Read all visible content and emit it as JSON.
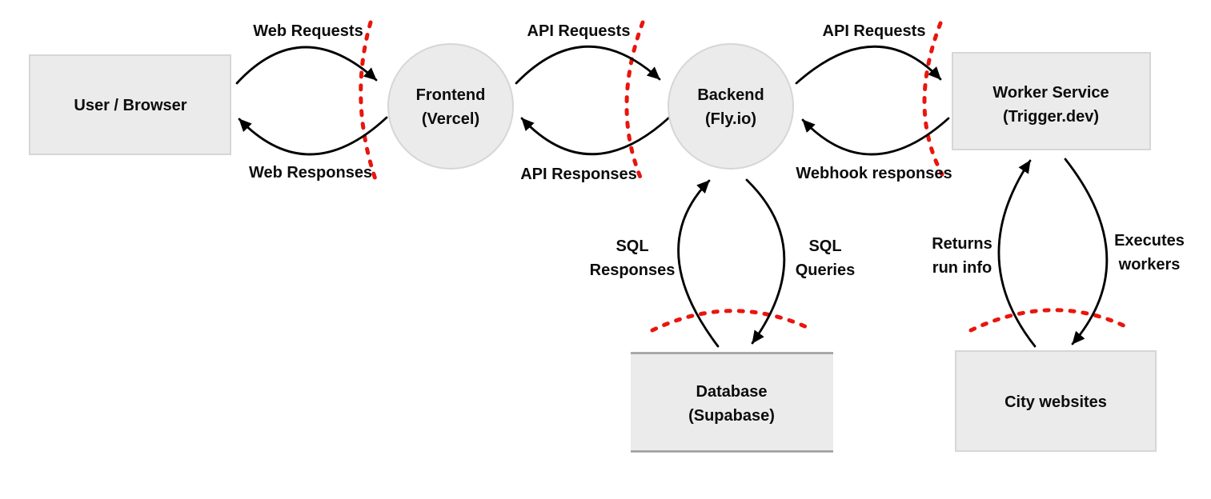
{
  "diagram": {
    "nodes": {
      "user_browser": {
        "label": "User / Browser"
      },
      "frontend": {
        "label": "Frontend",
        "sublabel": "(Vercel)"
      },
      "backend": {
        "label": "Backend",
        "sublabel": "(Fly.io)"
      },
      "worker_service": {
        "label": "Worker Service",
        "sublabel": "(Trigger.dev)"
      },
      "database": {
        "label": "Database",
        "sublabel": "(Supabase)"
      },
      "city_websites": {
        "label": "City websites"
      }
    },
    "edges": {
      "web_requests": {
        "label": "Web Requests"
      },
      "web_responses": {
        "label": "Web Responses"
      },
      "api_requests_frontend": {
        "label": "API Requests"
      },
      "api_responses": {
        "label": "API Responses"
      },
      "api_requests_worker": {
        "label": "API Requests"
      },
      "webhook_responses": {
        "label": "Webhook responses"
      },
      "sql_responses": {
        "line1": "SQL",
        "line2": "Responses"
      },
      "sql_queries": {
        "line1": "SQL",
        "line2": "Queries"
      },
      "returns_run_info": {
        "line1": "Returns",
        "line2": "run info"
      },
      "executes_workers": {
        "line1": "Executes",
        "line2": "workers"
      }
    },
    "colors": {
      "background": "#ffffff",
      "node_fill": "#ebebeb",
      "node_border": "#d6d6d6",
      "datastore_line": "#9b9b9b",
      "arrow": "#000000",
      "boundary": "#e9150d",
      "text": "#0c0c0c"
    }
  }
}
